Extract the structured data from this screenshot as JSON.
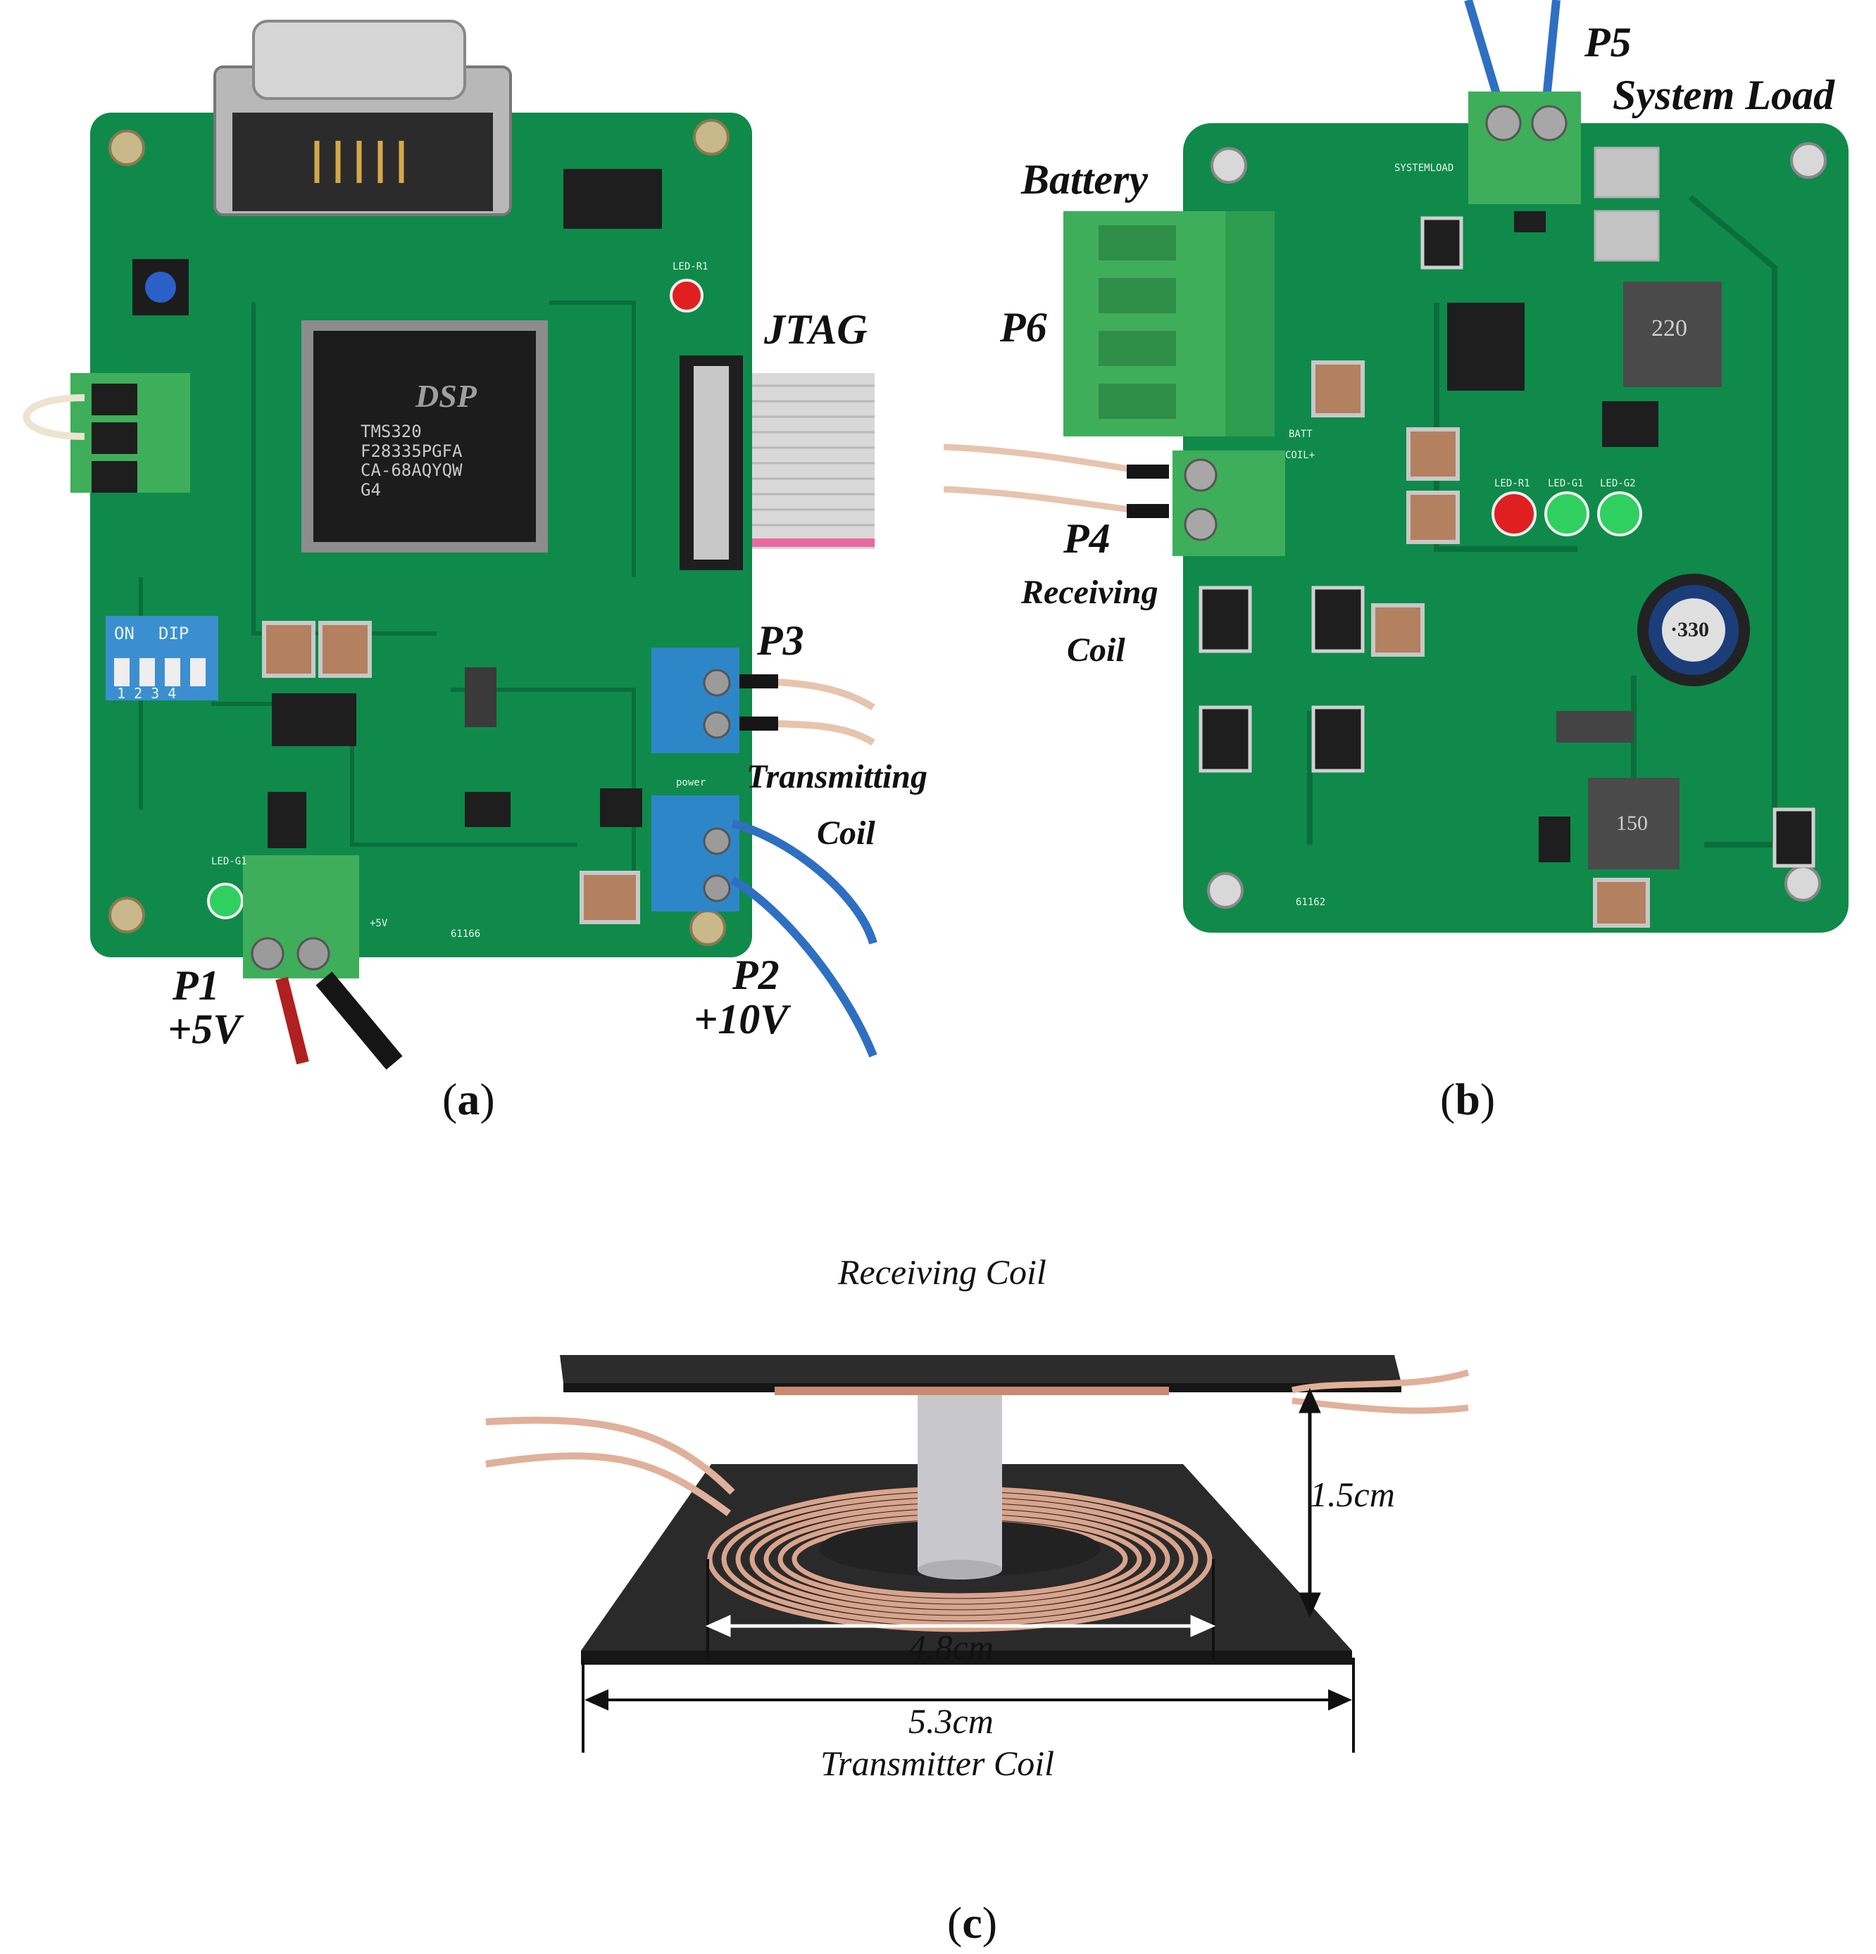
{
  "panel_a": {
    "caption": "a",
    "labels": {
      "jtag": "JTAG",
      "p3": "P3",
      "transmitting": "Transmitting",
      "coil": "Coil",
      "p1": "P1",
      "p1_volt": "+5V",
      "p2": "P2",
      "p2_volt": "+10V"
    },
    "board": {
      "chip_text": "TMS320\nF28335PGFA\nCA-68AQYQW\nG4",
      "dsp_logo": "DSP",
      "dip_on": "ON",
      "dip_dip": "DIP",
      "dip_numbers": "1 2 3 4",
      "board_number": "61166",
      "power_label": "power",
      "plus5v": "+5V",
      "led_label": "LED-R1",
      "led_g": "LED-G1"
    }
  },
  "panel_b": {
    "caption": "b",
    "labels": {
      "p5": "P5",
      "system_load": "System Load",
      "battery": "Battery",
      "p6": "P6",
      "p4": "P4",
      "receiving": "Receiving",
      "coil": "Coil"
    },
    "board": {
      "inductor_220": "220",
      "inductor_330": "·330",
      "inductor_150": "150",
      "board_number": "61162",
      "systemload_silk": "SYSTEMLOAD",
      "coil_silk": "COIL+",
      "batt_silk": "BATT",
      "led_r1": "LED-R1",
      "led_g1": "LED-G1",
      "led_g2": "LED-G2"
    }
  },
  "panel_c": {
    "caption": "c",
    "labels": {
      "receiving_coil": "Receiving Coil",
      "height": "1.5cm",
      "coil_width": "4.8cm",
      "board_width": "5.3cm",
      "transmitter_coil": "Transmitter Coil"
    }
  },
  "colors": {
    "pcb_green": "#0f8a4a",
    "pcb_dark": "#0b6e3a",
    "terminal_green": "#3fae5a",
    "terminal_blue": "#2d86c8",
    "copper": "#d9a48c",
    "black_plate": "#2a2a2a"
  }
}
